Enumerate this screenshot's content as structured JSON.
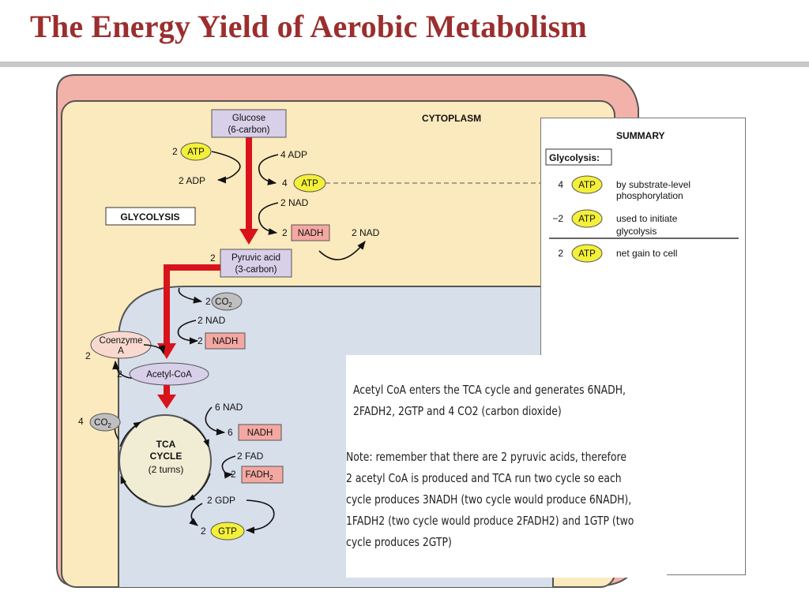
{
  "title": "The Energy Yield of Aerobic Metabolism",
  "colors": {
    "title": "#9b2e2e",
    "outer_cell": "#f2b2a9",
    "cytoplasm": "#fbeabd",
    "mitochondrion": "#d7dfeb",
    "metabolite_box": "#d8cfe8",
    "product_box": "#f4a8a2",
    "atp_oval": "#f4f03a",
    "pathway_arrow": "#d9131c"
  },
  "diagram": {
    "cytoplasm_label": "CYTOPLASM",
    "glycolysis_label": "GLYCOLYSIS",
    "glucose": {
      "line1": "Glucose",
      "line2": "(6-carbon)"
    },
    "glycolysis_inputs": {
      "atp_count": "2",
      "atp": "ATP",
      "adp": "2 ADP"
    },
    "glycolysis_outputs": {
      "adp": "4 ADP",
      "atp_count": "4",
      "atp": "ATP",
      "nad": "2 NAD",
      "nadh_count": "2",
      "nadh": "NADH",
      "nad_regenerated": "2 NAD"
    },
    "pyruvic": {
      "count": "2",
      "line1": "Pyruvic acid",
      "line2": "(3-carbon)"
    },
    "link_reaction": {
      "co2_count": "2",
      "co2": "CO",
      "co2_sub": "2",
      "nad": "2 NAD",
      "nadh_count": "2",
      "nadh": "NADH",
      "coenzyme_line1": "Coenzyme",
      "coenzyme_line2": "A",
      "coenzyme_count": "2",
      "acetyl_count": "2",
      "acetyl": "Acetyl-CoA"
    },
    "tca": {
      "line1": "TCA",
      "line2": "CYCLE",
      "line3": "(2 turns)",
      "nad": "6 NAD",
      "nadh_count": "6",
      "nadh": "NADH",
      "fad": "2 FAD",
      "fadh_count": "2",
      "fadh": "FADH",
      "fadh_sub": "2",
      "gdp": "2 GDP",
      "gtp_count": "2",
      "gtp": "GTP",
      "co2_count": "4",
      "co2": "CO",
      "co2_sub": "2"
    }
  },
  "summary": {
    "heading": "SUMMARY",
    "section": "Glycolysis:",
    "rows": [
      {
        "count": "4",
        "atp": "ATP",
        "line1": "by substrate-level",
        "line2": "phosphorylation"
      },
      {
        "count": "−2",
        "atp": "ATP",
        "line1": "used to initiate",
        "line2": "glycolysis"
      },
      {
        "count": "2",
        "atp": "ATP",
        "line1": "net gain to cell",
        "line2": ""
      }
    ]
  },
  "notes": {
    "paragraph1": [
      "Acetyl CoA enters the TCA cycle and generates 6NADH,",
      "2FADH2, 2GTP and 4 CO2 (carbon dioxide)"
    ],
    "paragraph2": [
      "Note: remember that there are 2 pyruvic acids, therefore",
      "2 acetyl CoA is produced and TCA run two cycle so each",
      "cycle produces 3NADH (two cycle would produce 6NADH),",
      "1FADH2 (two cycle would produce 2FADH2) and 1GTP (two",
      "cycle produces 2GTP)"
    ]
  }
}
